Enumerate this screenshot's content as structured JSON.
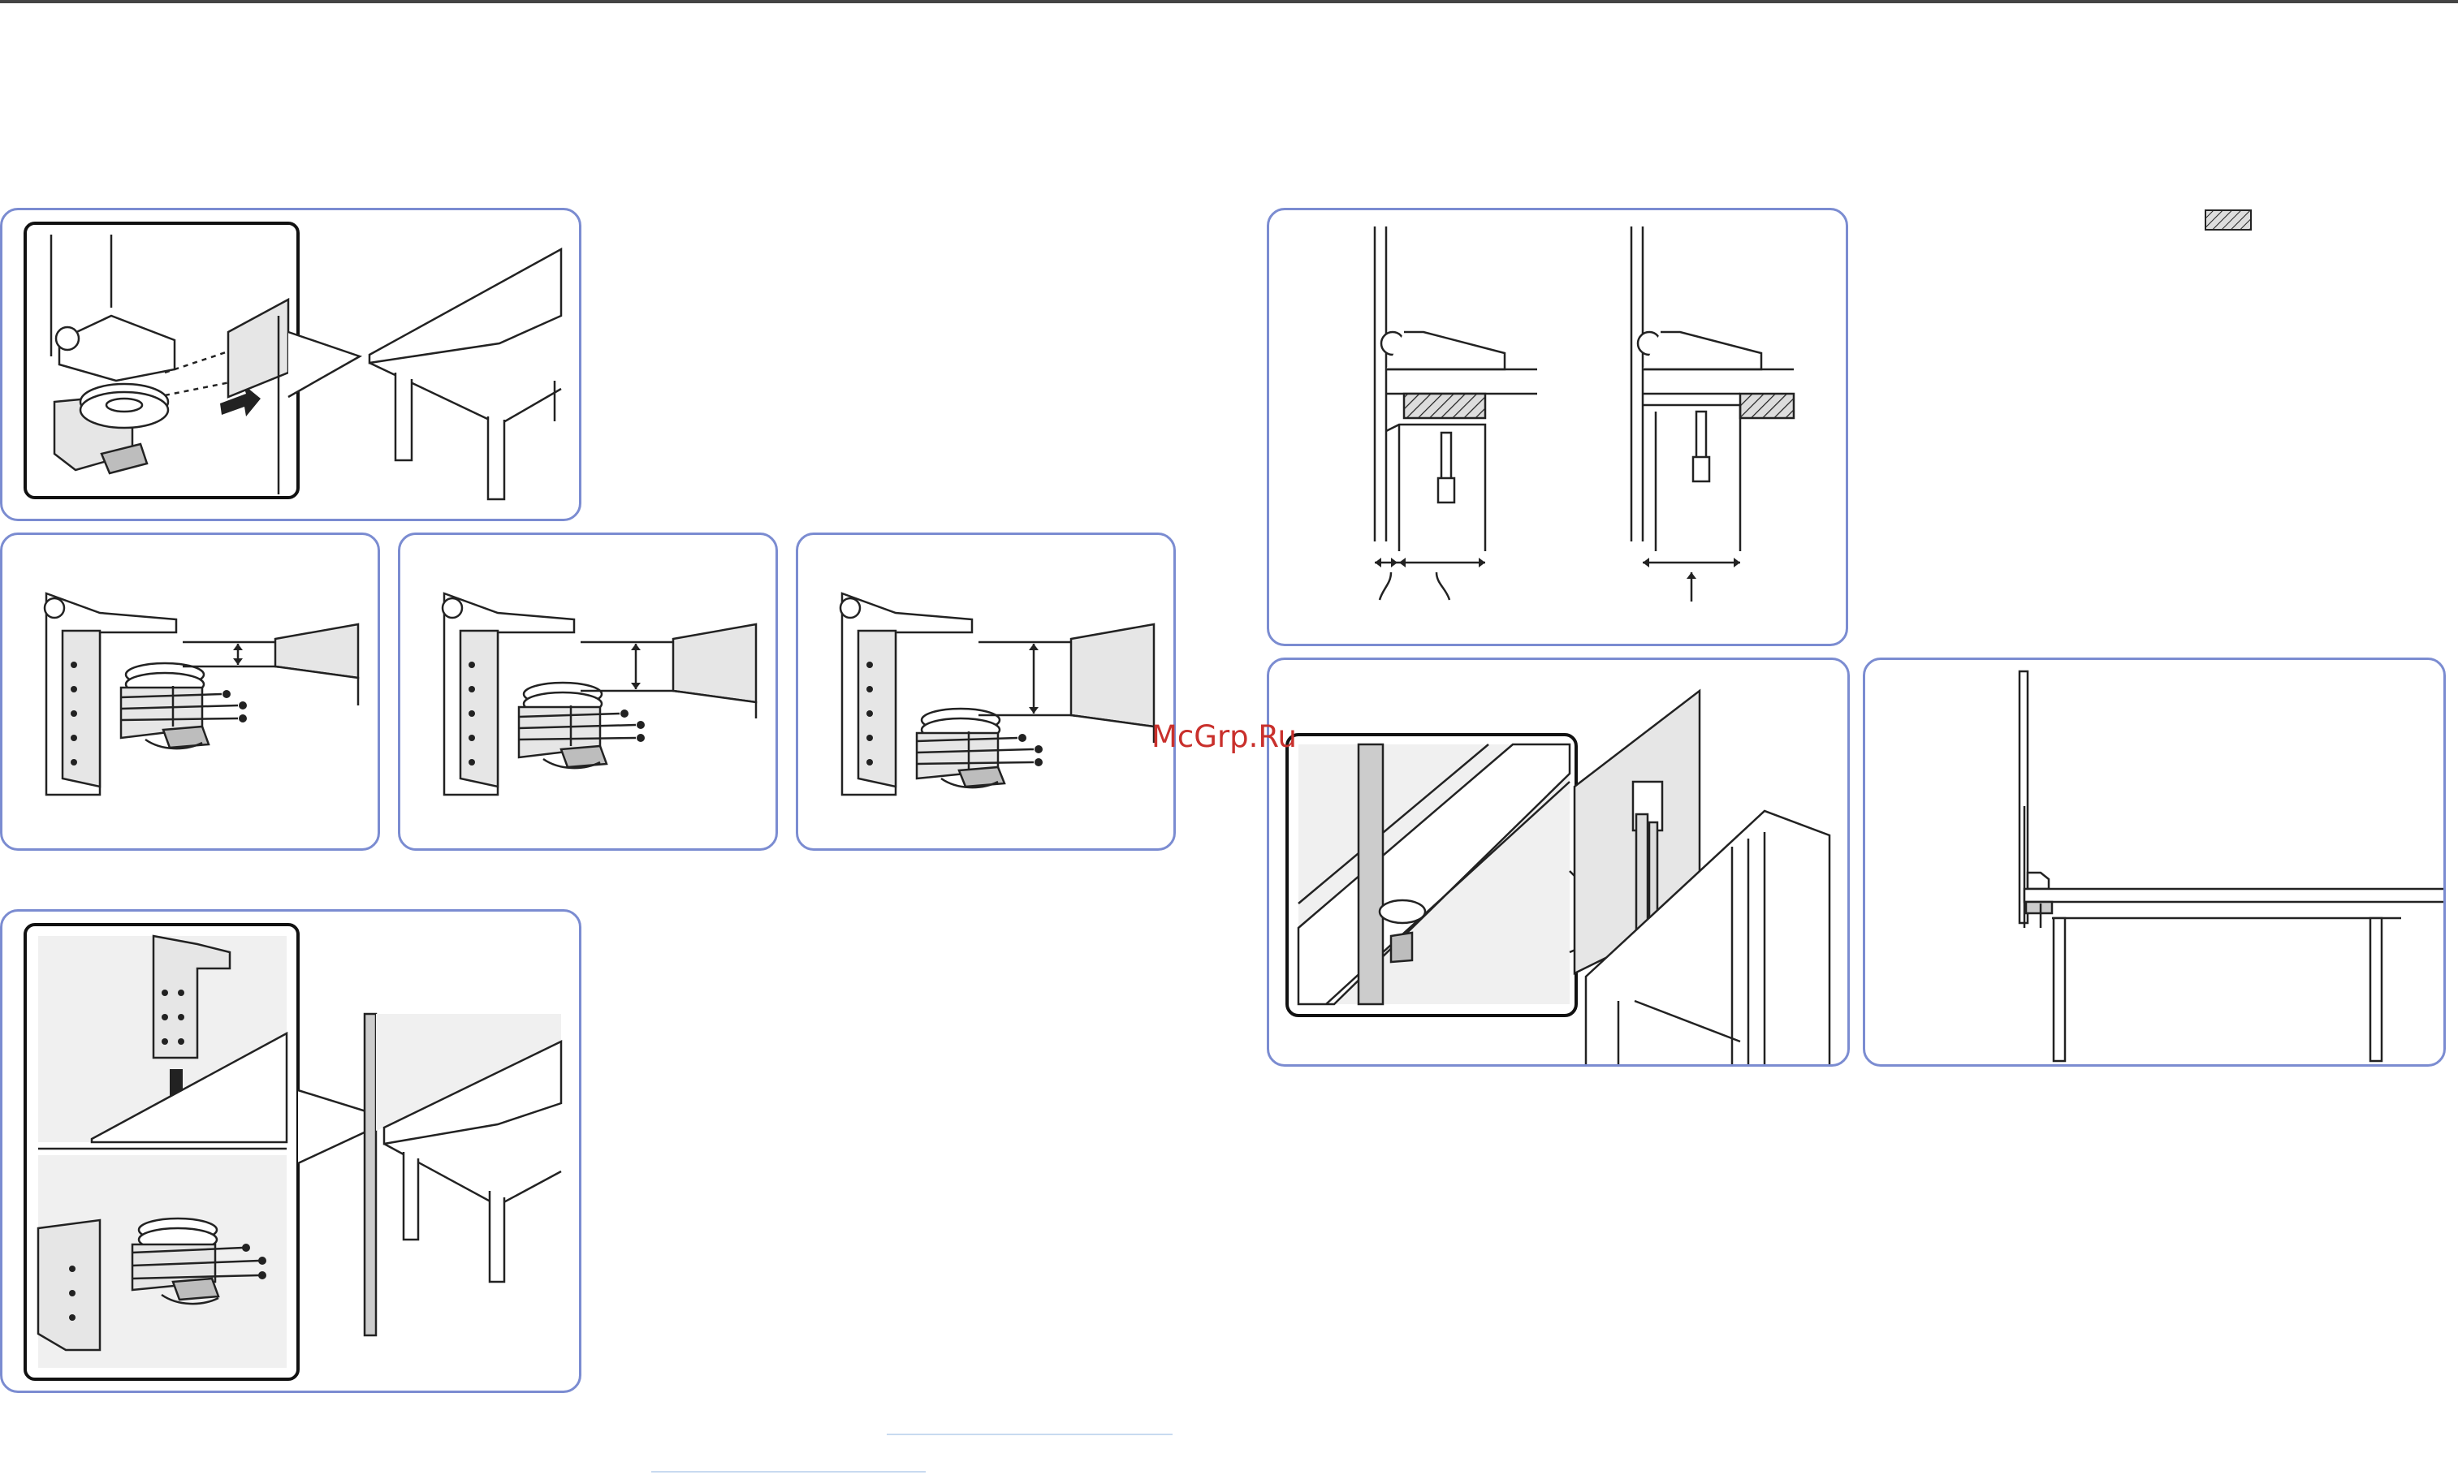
{
  "watermark": {
    "text": "McGrp.Ru"
  },
  "colors": {
    "panel_border": "#7b8cd1",
    "watermark": "#c9302c",
    "rule": "#444444"
  },
  "figures": [
    {
      "id": "fig-attach-clamp",
      "label": ""
    },
    {
      "id": "fig-adjust-thin",
      "label": ""
    },
    {
      "id": "fig-adjust-medium",
      "label": ""
    },
    {
      "id": "fig-adjust-thick",
      "label": ""
    },
    {
      "id": "fig-hook-on-edge",
      "label": ""
    },
    {
      "id": "fig-clearance-dimensions",
      "label": ""
    },
    {
      "id": "fig-desk-mount-detail",
      "label": ""
    },
    {
      "id": "fig-side-view-installed",
      "label": ""
    }
  ]
}
